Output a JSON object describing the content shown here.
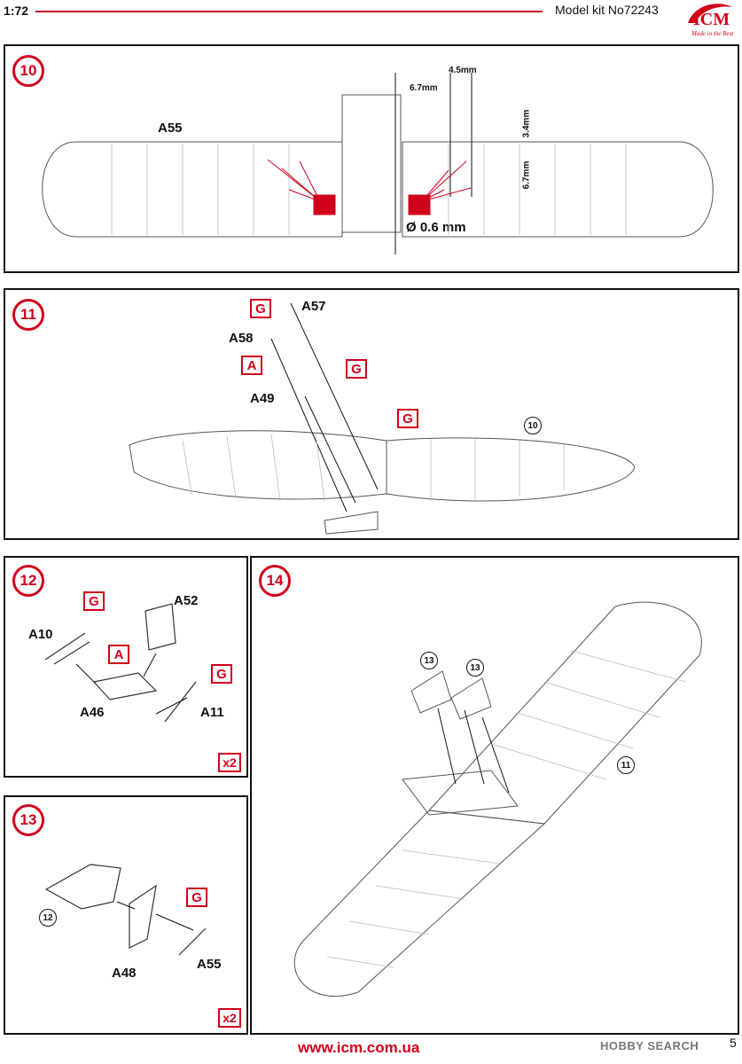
{
  "header": {
    "scale": "1:72",
    "model": "Model kit No72243",
    "brand": "ICM",
    "brand_tagline": "Made in the Best"
  },
  "steps": {
    "s10": {
      "num": "10",
      "part": "A55",
      "dim1": "4.5mm",
      "dim2": "6.7mm",
      "dim3": "3.4mm",
      "dim4": "6.7mm",
      "drill": "Ø 0.6 mm"
    },
    "s11": {
      "num": "11",
      "p1": "A57",
      "p2": "A58",
      "p3": "A49",
      "g": "G",
      "a": "A",
      "ref": "10"
    },
    "s12": {
      "num": "12",
      "p1": "A52",
      "p2": "A10",
      "p3": "A46",
      "p4": "A11",
      "g": "G",
      "a": "A",
      "mult": "x2"
    },
    "s13": {
      "num": "13",
      "p1": "A48",
      "p2": "A55",
      "g": "G",
      "ref": "12",
      "mult": "x2"
    },
    "s14": {
      "num": "14",
      "ref1": "13",
      "ref2": "13",
      "ref3": "11"
    }
  },
  "footer": {
    "url": "www.icm.com.ua",
    "watermark": "HOBBY SEARCH",
    "page": "5"
  },
  "colors": {
    "accent": "#d0021b",
    "ink": "#111111"
  }
}
